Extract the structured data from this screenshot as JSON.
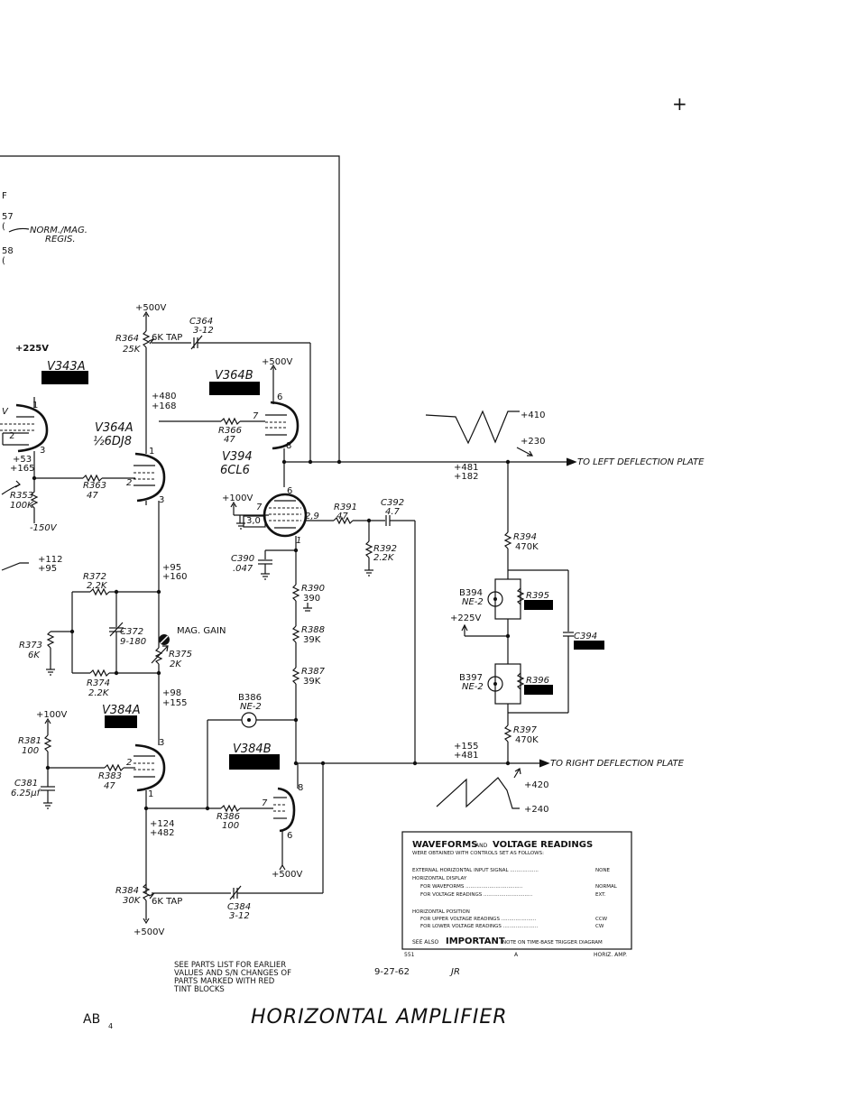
{
  "page": {
    "title": "HORIZONTAL AMPLIFIER",
    "page_code": "AB",
    "page_code_sub": "4",
    "date": "9-27-62",
    "initials": "JR",
    "crosshair": "+",
    "parts_note": [
      "SEE PARTS LIST FOR EARLIER",
      "VALUES AND S/N CHANGES OF",
      "PARTS MARKED WITH RED",
      "TINT BLOCKS"
    ]
  },
  "left_edge": {
    "l1": "F",
    "l2": "57",
    "l3": "(",
    "l4": "58",
    "l5": "(",
    "norm_mag": "NORM./MAG.",
    "regis": "REGIS.",
    "v": "V"
  },
  "tubes": {
    "v343a": "V343A",
    "v364a": "V364A",
    "v364a_type": "½6DJ8",
    "v364b": "V364B",
    "v394": "V394",
    "v394_type": "6CL6",
    "v384a": "V384A",
    "v384b": "V384B"
  },
  "components": {
    "r364": "R364",
    "r364_val": "25K",
    "r364_tap": "6K TAP",
    "c364": "C364",
    "c364_val": "3-12",
    "r366": "R366",
    "r366_val": "47",
    "r363": "R363",
    "r363_val": "47",
    "r353": "R353",
    "r353_val": "100K",
    "r372": "R372",
    "r372_val": "2.2K",
    "c372": "C372",
    "c372_val": "9-180",
    "r373": "R373",
    "r373_val": "6K",
    "r374": "R374",
    "r374_val": "2.2K",
    "r375": "R375",
    "r375_val": "2K",
    "mag_gain": "MAG. GAIN",
    "r391": "R391",
    "r391_val": "47",
    "c392": "C392",
    "c392_val": "4.7",
    "r392": "R392",
    "r392_val": "2.2K",
    "c390": "C390",
    "c390_val": ".047",
    "r390": "R390",
    "r390_val": "390",
    "r388": "R388",
    "r388_val": "39K",
    "r387": "R387",
    "r387_val": "39K",
    "b386": "B386",
    "b386_type": "NE-2",
    "r394": "R394",
    "r394_val": "470K",
    "b394": "B394",
    "b394_type": "NE-2",
    "r395": "R395",
    "c394": "C394",
    "b397": "B397",
    "b397_type": "NE-2",
    "r396": "R396",
    "r397": "R397",
    "r397_val": "470K",
    "r381": "R381",
    "r381_val": "100",
    "c381": "C381",
    "c381_val": "6.25μf",
    "r383": "R383",
    "r383_val": "47",
    "r386": "R386",
    "r386_val": "100",
    "r384": "R384",
    "r384_val": "30K",
    "r384_tap": "6K TAP",
    "c384": "C384",
    "c384_val": "3-12"
  },
  "pins": {
    "p1a": "1",
    "p2a": "2",
    "p3a": "3",
    "p1b": "1",
    "p2b": "2",
    "p3b": "3",
    "p6": "6",
    "p7": "7",
    "p8": "8",
    "p6v": "6",
    "p7v": "7",
    "p30": "3,0",
    "p29": "2,9",
    "p1v": "1",
    "p3c": "3",
    "p2c": "2",
    "p1c": "1",
    "p8d": "8",
    "p7d": "7",
    "p6d": "6",
    "p1e": "1",
    "p2e": "2",
    "p3e": "3"
  },
  "voltages": {
    "v500_top": "+500V",
    "v225": "+225V",
    "v500_b": "+500V",
    "v480": "+480",
    "v168": "+168",
    "v53": "+53",
    "v165": "+165",
    "vm150": "-150V",
    "v100a": "+100V",
    "v112": "+112",
    "v95": "+95",
    "v95b": "+95",
    "v160": "+160",
    "v98": "+98",
    "v155": "+155",
    "v100b": "+100V",
    "v124": "+124",
    "v482": "+482",
    "v500_c": "+500V",
    "v500_bot": "+500V",
    "v481a": "+481",
    "v182": "+182",
    "v410": "+410",
    "v230": "+230",
    "v225b": "+225V",
    "v155b": "+155",
    "v481b": "+481",
    "v420": "+420",
    "v240": "+240"
  },
  "outputs": {
    "left": "TO LEFT DEFLECTION PLATE",
    "right": "TO RIGHT DEFLECTION PLATE"
  },
  "notes_box": {
    "title_a": "WAVEFORMS",
    "title_and": "AND",
    "title_b": "VOLTAGE READINGS",
    "subtitle": "WERE OBTAINED WITH CONTROLS SET AS FOLLOWS:",
    "row1_label": "EXTERNAL HORIZONTAL INPUT SIGNAL ..................",
    "row1_value": "NONE",
    "row2_label": "HORIZONTAL DISPLAY",
    "row3_label": "FOR WAVEFORMS ....................................",
    "row3_value": "NORMAL",
    "row4_label": "FOR VOLTAGE READINGS ...............................",
    "row4_value": "EXT.",
    "row5_label": "HORIZONTAL POSITION",
    "row6_label": "FOR UPPER VOLTAGE READINGS ......................",
    "row6_value": "CCW",
    "row7_label": "FOR LOWER VOLTAGE READINGS ......................",
    "row7_value": "CW",
    "see_also": "SEE ALSO",
    "important": "IMPORTANT",
    "see_also_tail": "NOTE ON TIME-BASE TRIGGER DIAGRAM",
    "foot_left": "551",
    "foot_mid": "A",
    "foot_right": "HORIZ. AMP."
  }
}
